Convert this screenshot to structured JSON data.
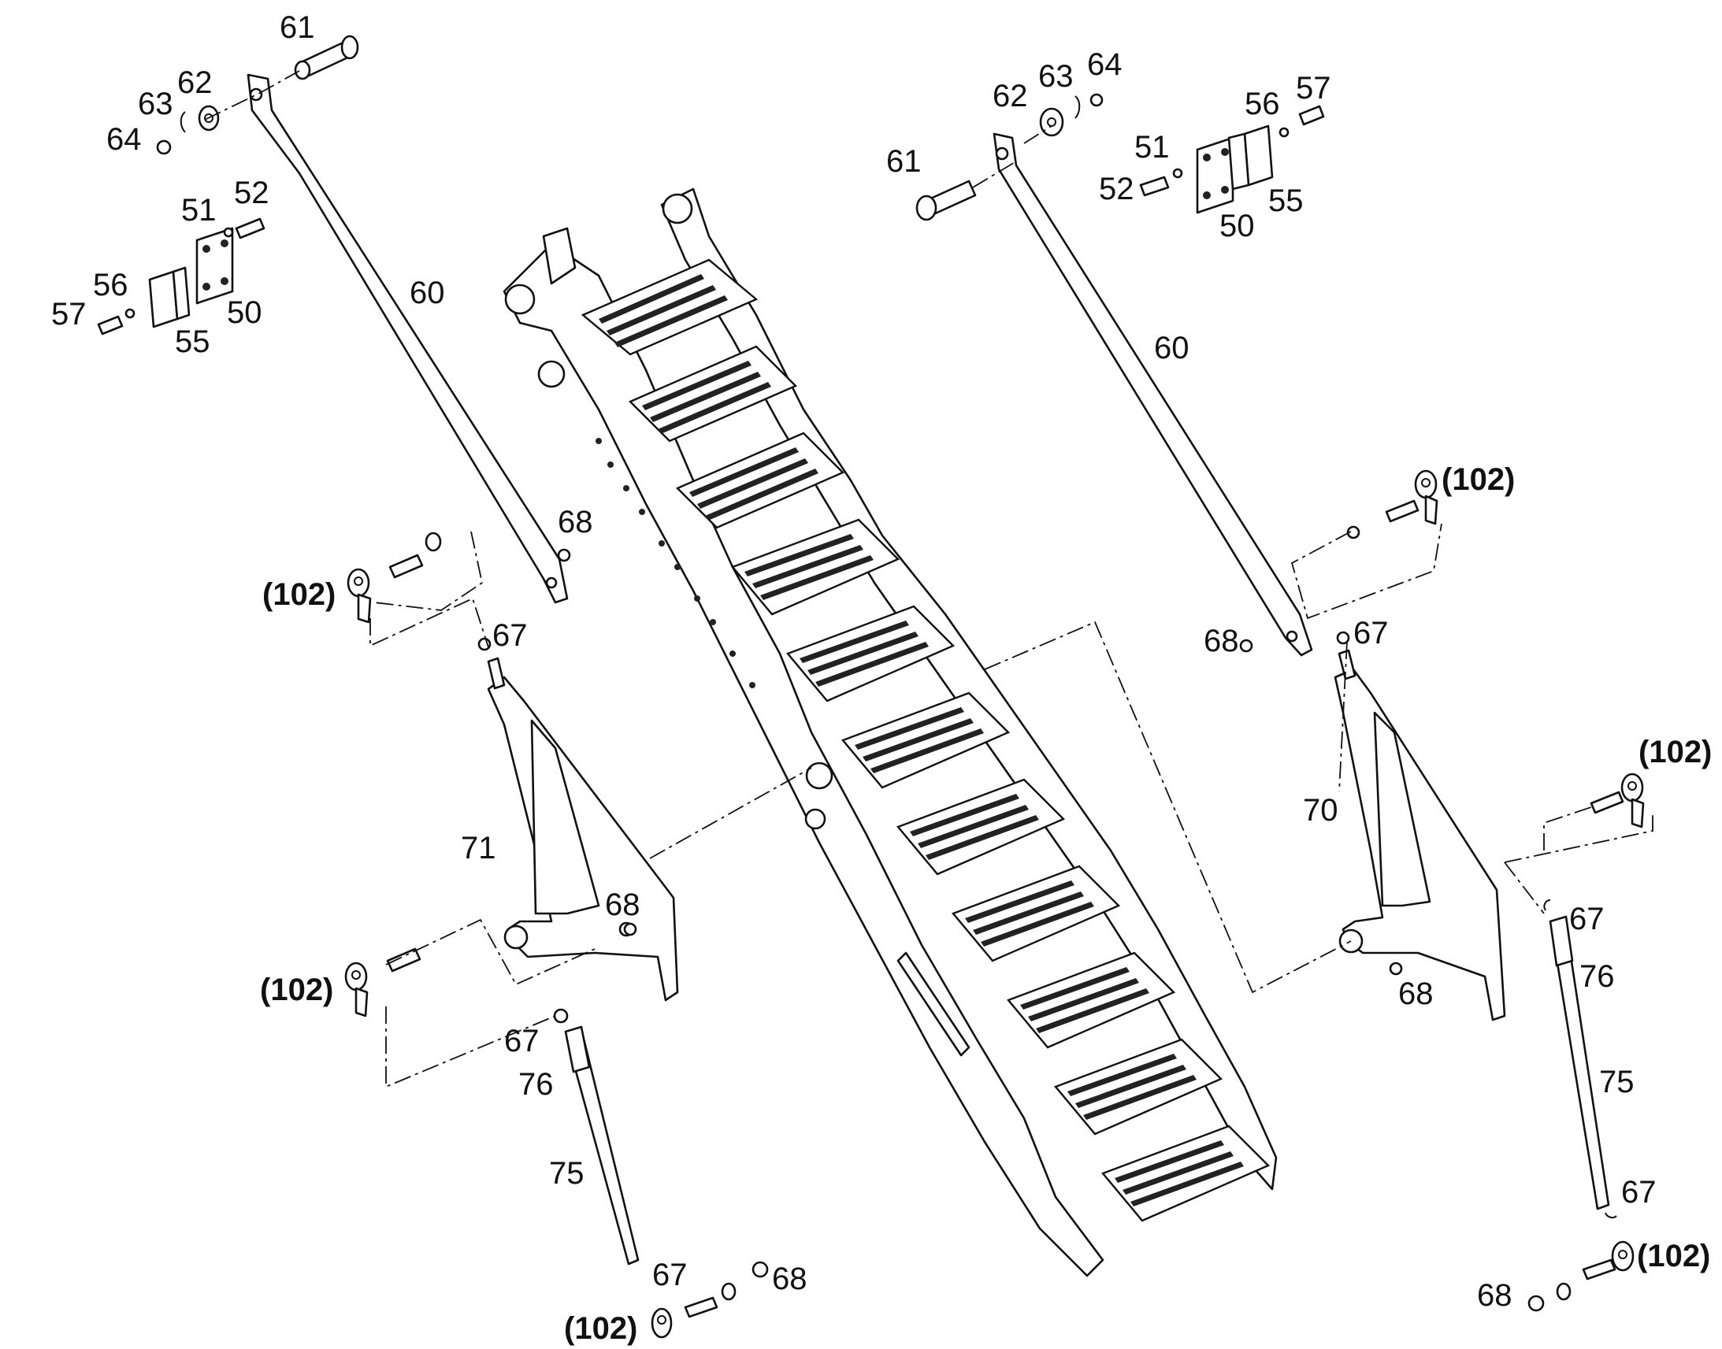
{
  "labels": {
    "l_61": "61",
    "l_62": "62",
    "l_63": "63",
    "l_64": "64",
    "l_51": "51",
    "l_52": "52",
    "l_56": "56",
    "l_57": "57",
    "l_50": "50",
    "l_55": "55",
    "l_60": "60",
    "r_61": "61",
    "r_62": "62",
    "r_63": "63",
    "r_64": "64",
    "r_51": "51",
    "r_52": "52",
    "r_56": "56",
    "r_57": "57",
    "r_50": "50",
    "r_55": "55",
    "r_60": "60",
    "l_68a": "68",
    "l_102a": "(102)",
    "l_67a": "67",
    "l_71": "71",
    "l_68b": "68",
    "l_102b": "(102)",
    "l_67b": "67",
    "l_76": "76",
    "l_75": "75",
    "l_67c": "67",
    "l_68c": "68",
    "l_102c": "(102)",
    "r_102a": "(102)",
    "r_68a": "68",
    "r_67a": "67",
    "r_70": "70",
    "r_102b": "(102)",
    "r_67b": "67",
    "r_76": "76",
    "r_75": "75",
    "r_68b": "68",
    "r_67c": "67",
    "r_68c": "68",
    "r_102c": "(102)"
  },
  "colors": {
    "line": "#111111",
    "background": "#ffffff"
  }
}
